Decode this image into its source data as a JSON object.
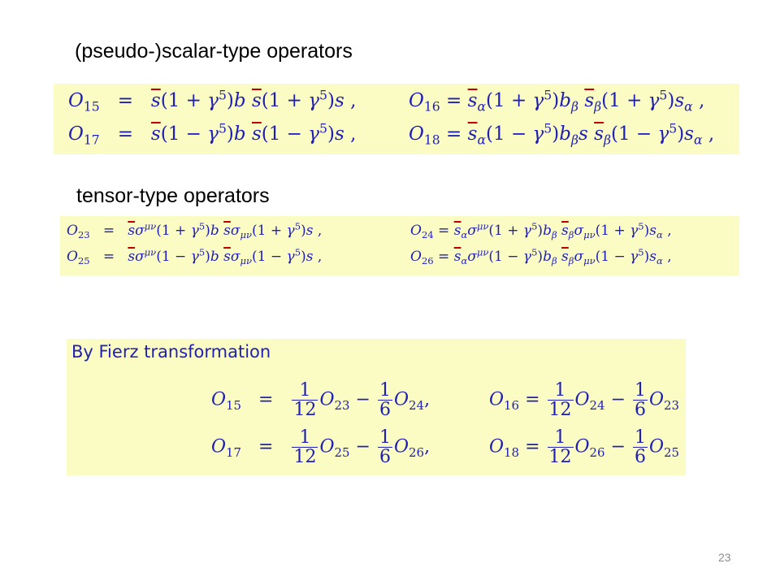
{
  "headings": {
    "scalar": "(pseudo-)scalar-type operators",
    "tensor": "tensor-type operators"
  },
  "scalar_box": {
    "row1": {
      "lhs": "O",
      "lhs_sub": "15",
      "eq": "=",
      "rhs": "s(1 + γ⁵)b s(1 + γ⁵)s ,",
      "lhs2": "O",
      "lhs2_sub": "16",
      "rhs2": "= s_α(1 + γ⁵)b_β s_β(1 + γ⁵)s_α ,"
    },
    "row2": {
      "lhs": "O",
      "lhs_sub": "17",
      "eq": "=",
      "rhs": "s(1 − γ⁵)b s(1 − γ⁵)s ,",
      "lhs2": "O",
      "lhs2_sub": "18",
      "rhs2": "= s_α(1 − γ⁵)b_β s s_β(1 − γ⁵)s_α ,"
    }
  },
  "tensor_box": {
    "row1": {
      "lhs": "O",
      "lhs_sub": "23",
      "eq": "=",
      "lhs2": "O",
      "lhs2_sub": "24"
    },
    "row2": {
      "lhs": "O",
      "lhs_sub": "25",
      "eq": "=",
      "lhs2": "O",
      "lhs2_sub": "26"
    }
  },
  "fierz_box": {
    "title": "By Fierz transformation",
    "row1": {
      "lhs_sub": "15",
      "a_sub": "23",
      "b_sub": "24",
      "lhs2_sub": "16",
      "c_sub": "24",
      "d_sub": "23"
    },
    "row2": {
      "lhs_sub": "17",
      "a_sub": "25",
      "b_sub": "26",
      "lhs2_sub": "18",
      "c_sub": "26",
      "d_sub": "25"
    },
    "frac_1_12": {
      "num": "1",
      "den": "12"
    },
    "frac_1_6": {
      "num": "1",
      "den": "6"
    }
  },
  "page_number": "23"
}
